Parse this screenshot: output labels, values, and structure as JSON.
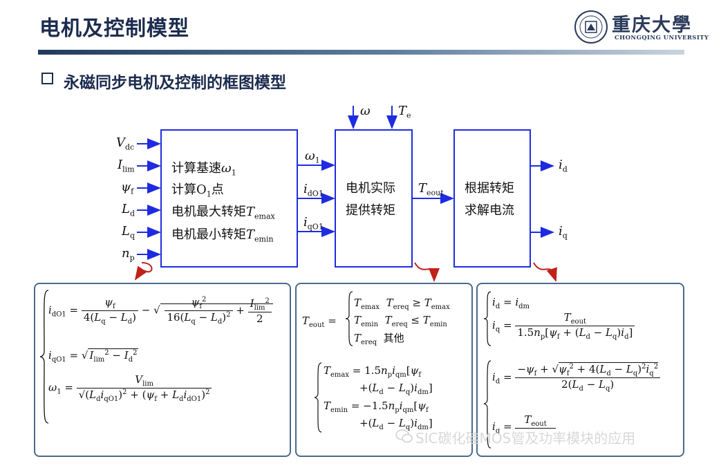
{
  "header": {
    "title": "电机及控制模型",
    "subtitle": "永磁同步电机及控制的框图模型",
    "university_cn": "重庆大學",
    "university_en": "CHONGQING UNIVERSITY"
  },
  "colors": {
    "title": "#1c2c4e",
    "block_border": "#1e2be0",
    "arrow": "#1e2be0",
    "panel_border": "#4a6a8a",
    "curl_arrow": "#c0211b"
  },
  "diagram": {
    "inputs": [
      "V_dc",
      "I_lim",
      "ψ_f",
      "L_d",
      "L_q",
      "n_p"
    ],
    "block1_lines": [
      "计算基速ω₁",
      "计算O₁点",
      "电机最大转矩T_emax",
      "电机最小转矩T_emin"
    ],
    "block2_lines": [
      "电机实际",
      "提供转矩"
    ],
    "block3_lines": [
      "根据转矩",
      "求解电流"
    ],
    "mid_signals": [
      "ω₁",
      "i_dO1",
      "i_qO1"
    ],
    "top_inputs": [
      "ω",
      "T_e"
    ],
    "torque_out": "T_eout",
    "outputs": [
      "i_d",
      "i_q"
    ]
  },
  "panels": {
    "left": [
      "i_dO1 = ψf / 4(Lq−Ld) − √( ψf² / 16(Lq−Ld)² + I_lim² / 2 )",
      "i_qO1 = √( I_lim² − I_d² )",
      "ω1 = V_lim / √( (Ld·iqO1)² + (ψf + Ld·idO1)² )"
    ],
    "middle_top": [
      "T_eout =",
      "T_emax  T_ereq ≥ T_emax",
      "T_emin  T_ereq ≤ T_emin",
      "T_ereq  其他"
    ],
    "middle_bottom": [
      "T_emax = 1.5n_p i_qm[ψ_f",
      "+(L_d − L_q)i_dm]",
      "T_emin = −1.5n_p i_qm[ψ_f",
      "+(L_d − L_q)i_dm]"
    ],
    "right_top": [
      "i_d = i_dm",
      "i_q = T_eout / 1.5n_p[ψ_f + (L_d − L_q)i_d]"
    ],
    "right_bottom": [
      "i_d = ( −ψ_f + √( ψ_f² + 4(L_d − L_q)² i_q² ) ) / 2(L_d − L_q)",
      "i_q = T_eout"
    ]
  },
  "watermark": "SIC碳化硅MOS管及功率模块的应用"
}
